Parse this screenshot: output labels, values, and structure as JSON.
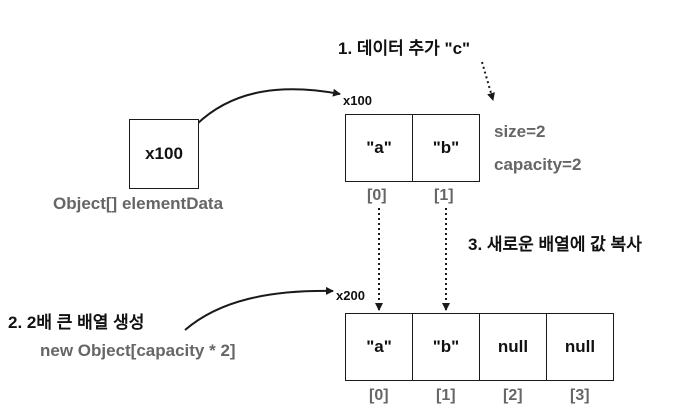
{
  "step1": "1. 데이터 추가 \"c\"",
  "step2": "2. 2배 큰 배열 생성",
  "step2_code": "new Object[capacity * 2]",
  "step3": "3. 새로운 배열에 값 복사",
  "ref_box": "x100",
  "ref_caption": "Object[] elementData",
  "old_array": {
    "address": "x100",
    "cells": [
      "\"a\"",
      "\"b\""
    ],
    "indices": [
      "[0]",
      "[1]"
    ],
    "size": "size=2",
    "capacity": "capacity=2"
  },
  "new_array": {
    "address": "x200",
    "cells": [
      "\"a\"",
      "\"b\"",
      "null",
      "null"
    ],
    "indices": [
      "[0]",
      "[1]",
      "[2]",
      "[3]"
    ]
  },
  "colors": {
    "text": "#111111",
    "muted": "#666666",
    "line": "#1a1a1a"
  }
}
